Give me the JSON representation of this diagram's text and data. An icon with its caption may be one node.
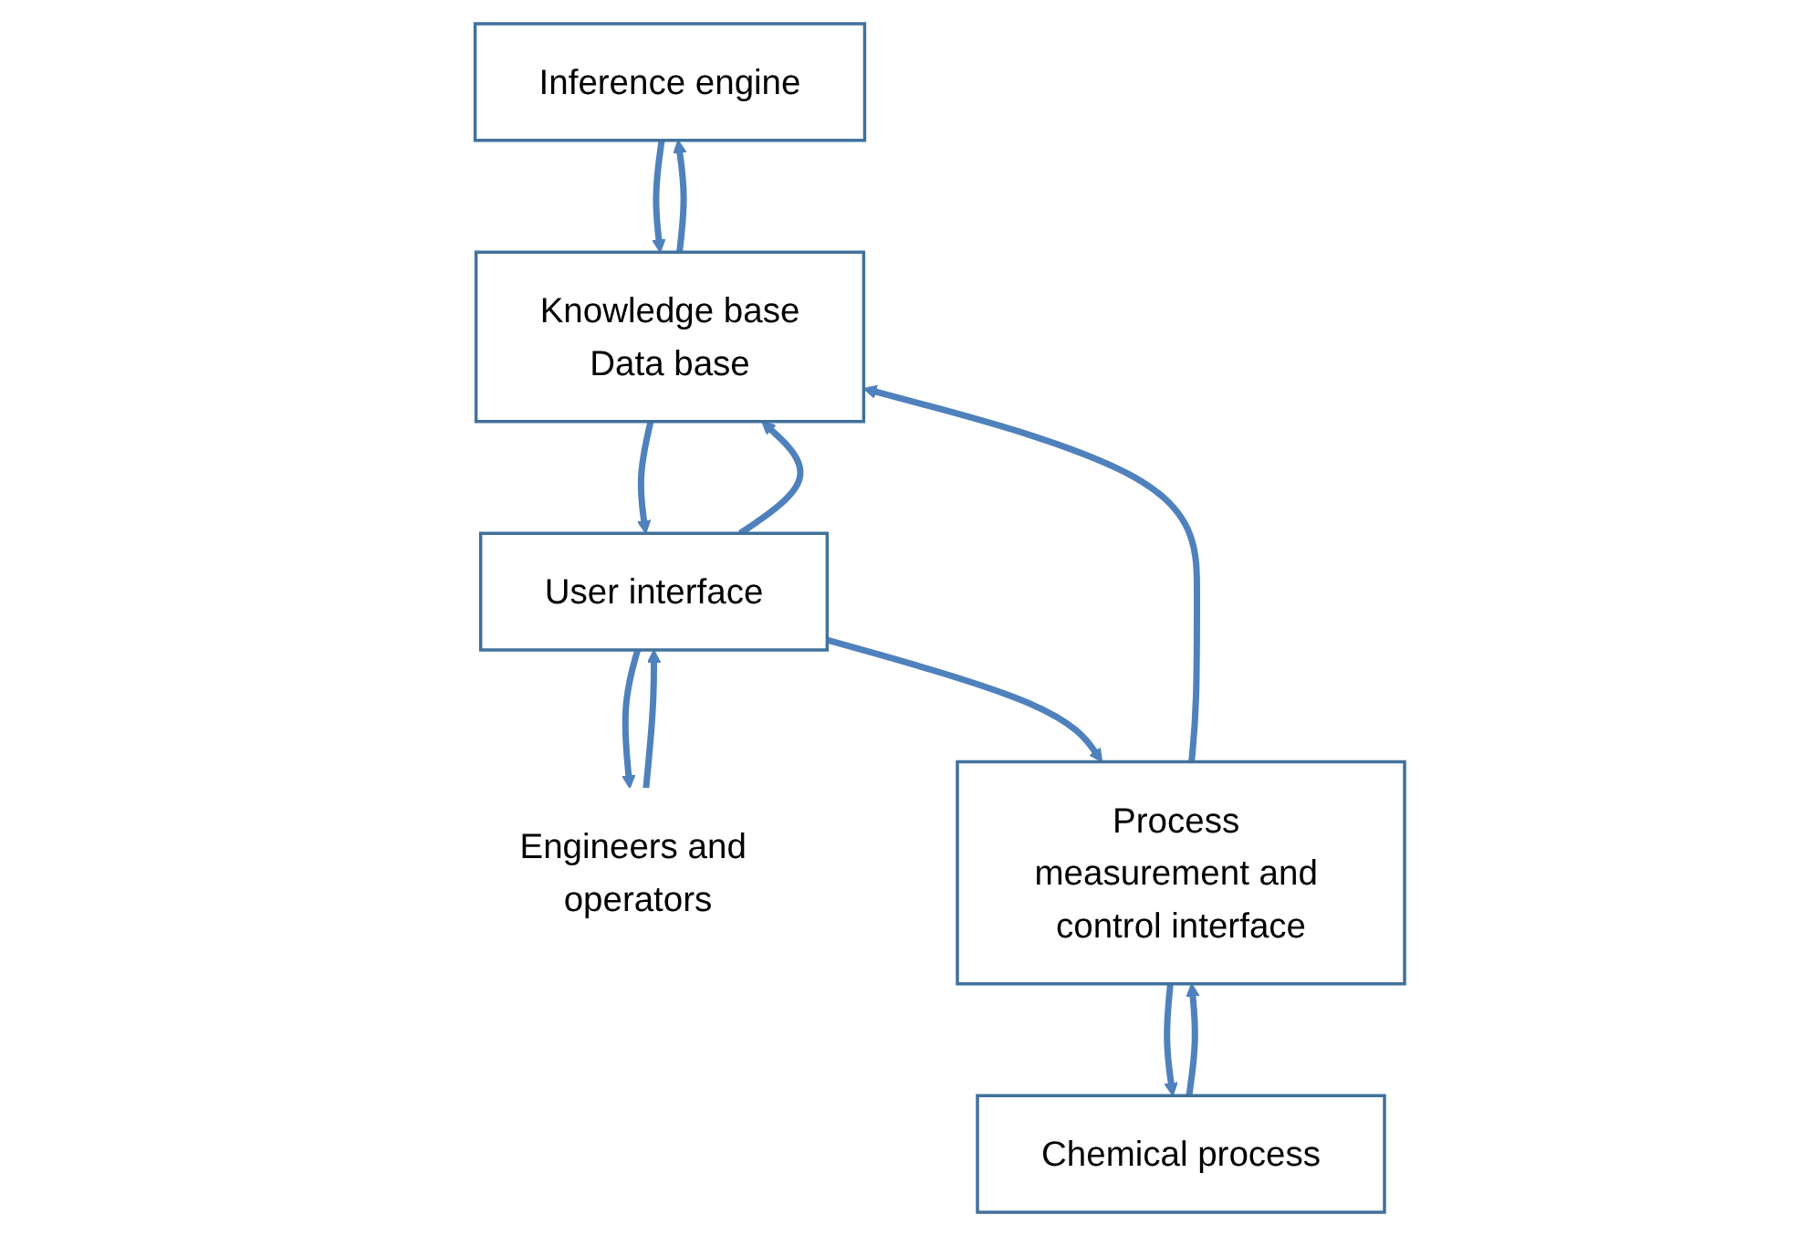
{
  "diagram": {
    "nodes": [
      {
        "text": [
          "Inference engine"
        ]
      },
      {
        "text": [
          "Engineers and operators"
        ]
      },
      {
        "text": [
          "Knowledge base",
          "Data base"
        ]
      },
      {
        "text": [
          "User interface"
        ]
      },
      {
        "text": [
          "Process measurement and control interface"
        ]
      },
      {
        "text": [
          "Chemical process"
        ]
      }
    ],
    "edges": [
      {
        "from": 2,
        "to": 0,
        "arrow": "to"
      },
      {
        "from": 0,
        "to": 2,
        "arrow": "to"
      },
      {
        "from": 3,
        "to": 1,
        "arrow": "to"
      },
      {
        "from": 1,
        "to": 3,
        "arrow": "to"
      },
      {
        "from": 2,
        "to": 3,
        "arrow": "to"
      },
      {
        "from": 3,
        "to": 2,
        "arrow": "to"
      },
      {
        "from": 4,
        "to": 2,
        "arrow": "to"
      },
      {
        "from": 3,
        "to": 4,
        "arrow": "to"
      },
      {
        "from": 5,
        "to": 4,
        "arrow": "to"
      },
      {
        "from": 4,
        "to": 5,
        "arrow": "to"
      }
    ]
  }
}
